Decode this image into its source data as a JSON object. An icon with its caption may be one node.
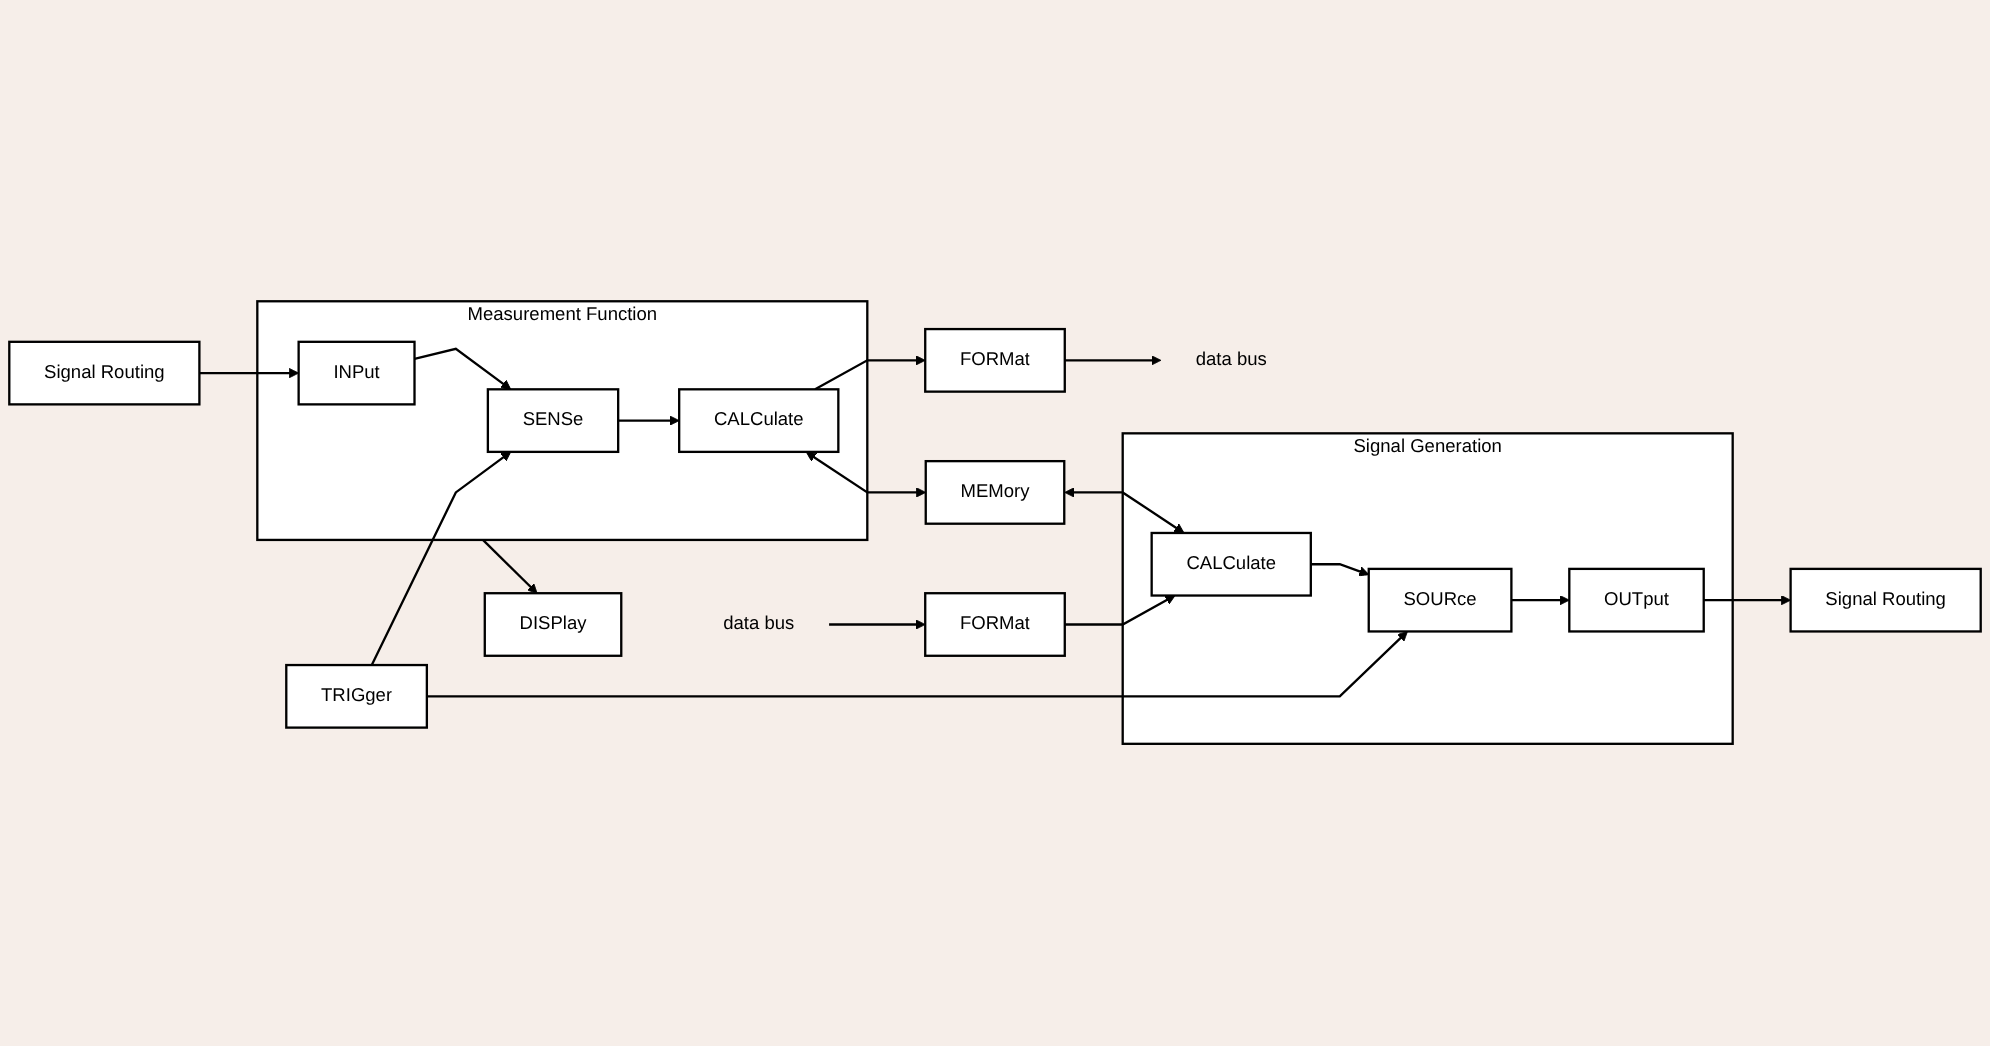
{
  "diagram": {
    "nodes": [
      {
        "text": [
          "Measurement Function"
        ]
      },
      {
        "text": [
          "Signal Routing"
        ]
      },
      {
        "text": [
          "INPut"
        ],
        "in": 0
      },
      {
        "text": [
          "SENSe"
        ],
        "in": 0
      },
      {
        "text": [
          "CALCulate"
        ],
        "in": 0
      },
      {
        "text": [
          "FORMat"
        ]
      },
      {
        "text": [
          "data bus"
        ]
      },
      {
        "text": [
          "TRIGger"
        ]
      },
      {
        "text": [
          "MEMory"
        ]
      },
      {
        "text": [
          "DISPlay"
        ]
      },
      {
        "text": [
          "Signal Generation"
        ]
      },
      {
        "text": [
          "Signal Routing"
        ]
      },
      {
        "text": [
          "OUTput"
        ],
        "in": 10
      },
      {
        "text": [
          "SOURce"
        ],
        "in": 10
      },
      {
        "text": [
          "CALCulate"
        ],
        "in": 10
      },
      {
        "text": [
          "FORMat"
        ]
      },
      {
        "text": [
          "data bus"
        ]
      }
    ],
    "edges": [
      {
        "from": 1,
        "to": 2,
        "arrow": "to"
      },
      {
        "from": 2,
        "to": 3,
        "arrow": "to"
      },
      {
        "from": 3,
        "to": 4,
        "arrow": "to"
      },
      {
        "from": 4,
        "to": 5,
        "arrow": "to"
      },
      {
        "from": 5,
        "to": 6,
        "arrow": "to"
      },
      {
        "from": 7,
        "to": 3,
        "arrow": "to"
      },
      {
        "from": 4,
        "to": 8,
        "arrow": "both"
      },
      {
        "from": 0,
        "to": 9,
        "arrow": "to"
      },
      {
        "from": 7,
        "to": 13,
        "arrow": "to"
      },
      {
        "from": 8,
        "to": 14,
        "arrow": "both"
      },
      {
        "from": 16,
        "to": 15,
        "arrow": "to"
      },
      {
        "from": 15,
        "to": 14,
        "arrow": "to"
      },
      {
        "from": 14,
        "to": 13,
        "arrow": "to"
      },
      {
        "from": 13,
        "to": 12,
        "arrow": "to"
      },
      {
        "from": 12,
        "to": 11,
        "arrow": "to"
      }
    ]
  }
}
